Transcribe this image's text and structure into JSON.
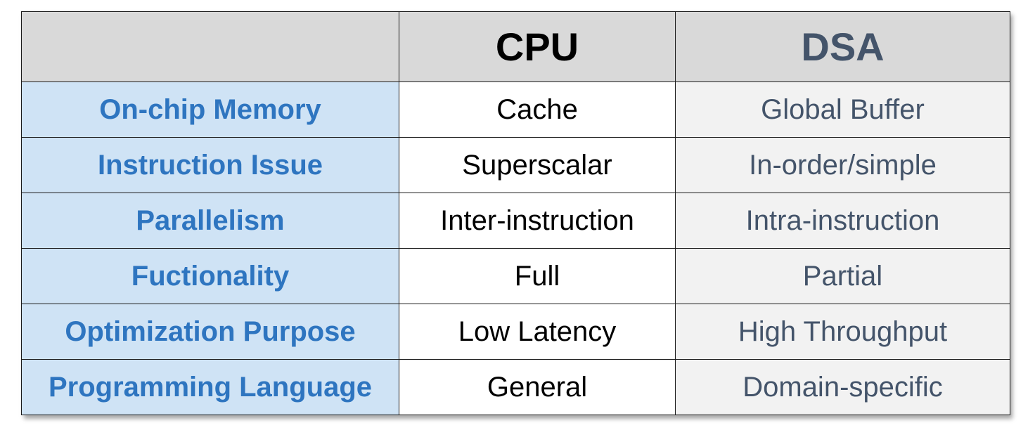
{
  "header": {
    "corner": "",
    "col_cpu": "CPU",
    "col_dsa": "DSA"
  },
  "rows": [
    {
      "label": "On-chip Memory",
      "cpu": "Cache",
      "dsa": "Global Buffer"
    },
    {
      "label": "Instruction Issue",
      "cpu": "Superscalar",
      "dsa": "In-order/simple"
    },
    {
      "label": "Parallelism",
      "cpu": "Inter-instruction",
      "dsa": "Intra-instruction"
    },
    {
      "label": "Fuctionality",
      "cpu": "Full",
      "dsa": "Partial"
    },
    {
      "label": "Optimization Purpose",
      "cpu": "Low Latency",
      "dsa": "High Throughput"
    },
    {
      "label": "Programming Language",
      "cpu": "General",
      "dsa": "Domain-specific"
    }
  ],
  "colors": {
    "label_text": "#2e75c0",
    "label_bg": "#cfe3f5",
    "header_bg": "#d9d9d9",
    "dsa_text": "#44546a",
    "dsa_bg": "#f2f2f2"
  }
}
